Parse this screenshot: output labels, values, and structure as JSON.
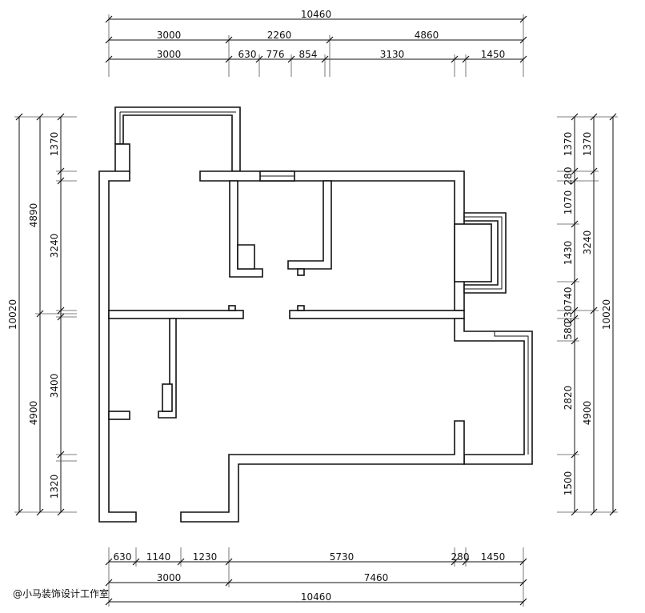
{
  "plan": {
    "top_dims": {
      "overall": "10460",
      "row1": [
        "3000",
        "2260",
        "4860"
      ],
      "row2": [
        "3000",
        "630",
        "776",
        "854",
        "3130",
        "1450"
      ]
    },
    "bottom_dims": {
      "row1": [
        "630",
        "1140",
        "1230",
        "5730",
        "280",
        "1450"
      ],
      "row2": [
        "3000",
        "7460"
      ],
      "overall": "10460"
    },
    "left_dims": {
      "overall": "10020",
      "mid": [
        "4890",
        "4900"
      ],
      "inner": [
        "1370",
        "3240",
        "3400",
        "1320"
      ]
    },
    "right_dims": {
      "inner": [
        "1370",
        "280",
        "1070",
        "1430",
        "740",
        "230",
        "580",
        "2820",
        "1500"
      ],
      "mid": [
        "1370",
        "3240",
        "4900"
      ],
      "overall": "10020"
    },
    "watermark": "@小马装饰设计工作室"
  }
}
